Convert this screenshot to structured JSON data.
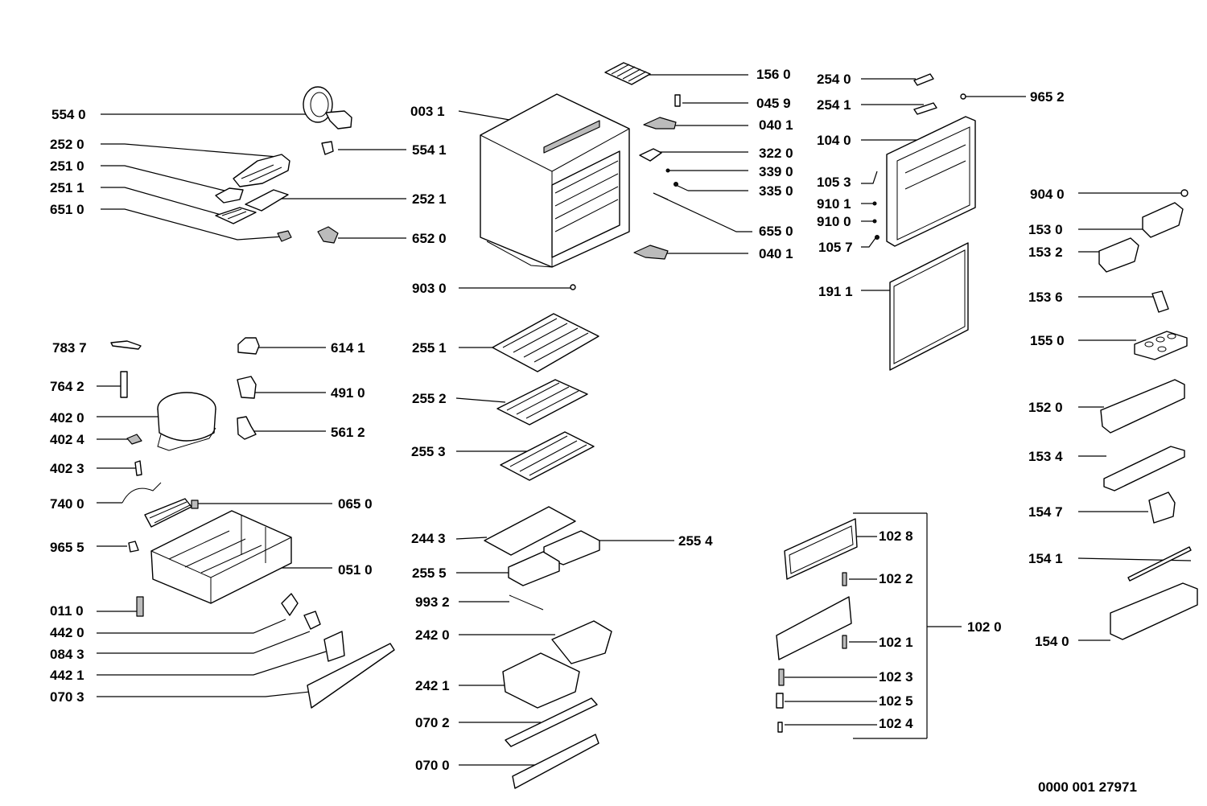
{
  "drawing_number": "0000 001 27971",
  "labels": {
    "l5540": "554 0",
    "l2520": "252 0",
    "l2510": "251 0",
    "l2511": "251 1",
    "l6510": "651 0",
    "l5541": "554 1",
    "l2521": "252 1",
    "l6520": "652 0",
    "l0031": "003 1",
    "l9030": "903 0",
    "l1560": "156 0",
    "l0459": "045 9",
    "l0401a": "040 1",
    "l3220": "322 0",
    "l3390": "339 0",
    "l3350": "335 0",
    "l6550": "655 0",
    "l0401b": "040 1",
    "l2540": "254 0",
    "l2541": "254 1",
    "l9652": "965 2",
    "l1040": "104 0",
    "l1053": "105 3",
    "l9101": "910 1",
    "l9100": "910 0",
    "l1057": "105 7",
    "l1911": "191 1",
    "l9040": "904 0",
    "l1530": "153 0",
    "l1532": "153 2",
    "l1536": "153 6",
    "l1550": "155 0",
    "l1520": "152 0",
    "l1534": "153 4",
    "l1547": "154 7",
    "l1541": "154 1",
    "l1540": "154 0",
    "l7837": "783 7",
    "l6141": "614 1",
    "l7642": "764 2",
    "l4910": "491 0",
    "l4020": "402 0",
    "l5612": "561 2",
    "l4024": "402 4",
    "l4023": "402 3",
    "l7400": "740 0",
    "l0650": "065 0",
    "l9655": "965 5",
    "l0510": "051 0",
    "l0110": "011 0",
    "l4420": "442 0",
    "l0843": "084 3",
    "l4421": "442 1",
    "l0703": "070 3",
    "l2551": "255 1",
    "l2552": "255 2",
    "l2553": "255 3",
    "l2443": "244 3",
    "l2554": "255 4",
    "l2555": "255 5",
    "l9932": "993 2",
    "l2420": "242 0",
    "l2421": "242 1",
    "l0702": "070 2",
    "l0700": "070 0",
    "l1028": "102 8",
    "l1022": "102 2",
    "l1020": "102 0",
    "l1021": "102 1",
    "l1023": "102 3",
    "l1025": "102 5",
    "l1024": "102 4"
  }
}
